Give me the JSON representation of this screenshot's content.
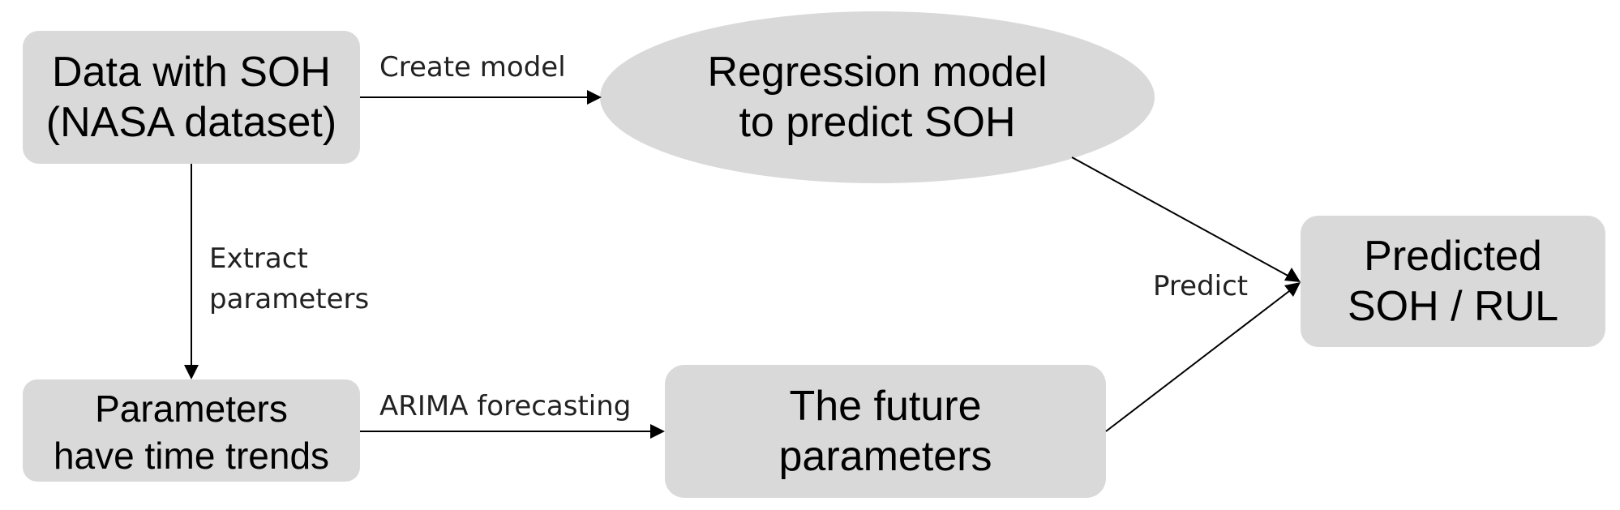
{
  "nodes": {
    "data_with_soh": {
      "lines": [
        "Data with SOH",
        "(NASA dataset)"
      ]
    },
    "regression_model": {
      "lines": [
        "Regression model",
        "to predict SOH"
      ]
    },
    "parameters": {
      "lines": [
        "Parameters",
        "have time trends"
      ]
    },
    "future_parameters": {
      "lines": [
        "The future",
        "parameters"
      ]
    },
    "predicted": {
      "lines": [
        "Predicted",
        "SOH / RUL"
      ]
    }
  },
  "edges": {
    "create_model": {
      "label": "Create model"
    },
    "extract_parameters": {
      "lines": [
        "Extract",
        "parameters"
      ]
    },
    "arima": {
      "label": "ARIMA forecasting"
    },
    "predict": {
      "label": "Predict"
    }
  },
  "colors": {
    "node_fill": "#d9d9d9",
    "line": "#000000",
    "text": "#000000"
  }
}
